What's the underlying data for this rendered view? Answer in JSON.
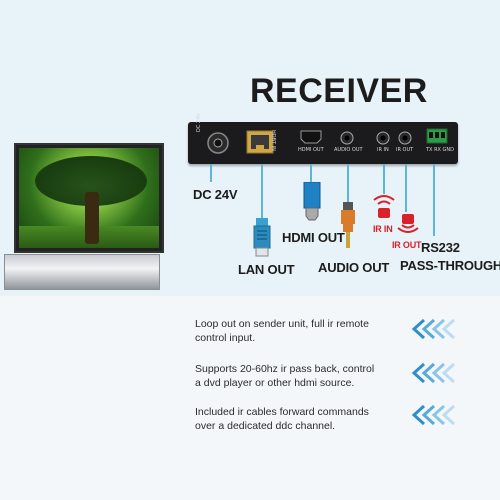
{
  "title": "RECEIVER",
  "device_ports": {
    "dc": "DC 24V",
    "hdmi": "HDMI OUT",
    "audio": "AUDIO OUT",
    "ir_in": "IR IN",
    "ir_out": "IR OUT",
    "rs232": "TX RX GND"
  },
  "labels": {
    "dc": "DC 24V",
    "lan": "LAN OUT",
    "hdmi": "HDMI OUT",
    "audio": "AUDIO OUT",
    "ir_in": "IR IN",
    "ir_out": "IR OUT",
    "rs232_1": "RS232",
    "rs232_2": "PASS-THROUGH"
  },
  "features": [
    {
      "line1": "Loop out on sender unit, full ir remote",
      "line2": "control input."
    },
    {
      "line1": "Supports 20-60hz ir pass back, control",
      "line2": "a dvd player or other hdmi source."
    },
    {
      "line1": "Included ir cables forward commands",
      "line2": "over a dedicated ddc channel."
    }
  ],
  "colors": {
    "accent": "#3aa0d0",
    "ir_red": "#d92128",
    "background": "#e7f3f8"
  }
}
